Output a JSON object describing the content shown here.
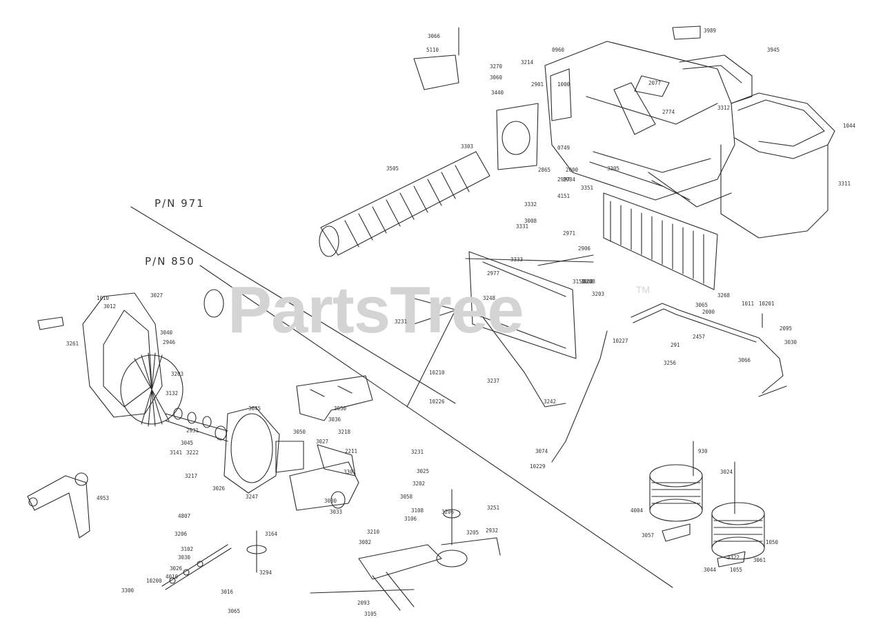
{
  "watermark": {
    "text": "PartsTree",
    "tm": "TM"
  },
  "sections": {
    "p971": "P/N 971",
    "p850": "P/N 850"
  },
  "parts": [
    "3989",
    "3945",
    "3066",
    "5110",
    "3270",
    "3060",
    "3440",
    "3214",
    "0960",
    "2901",
    "1000",
    "2077",
    "2774",
    "3303",
    "3505",
    "3312",
    "1044",
    "3311",
    "0749",
    "3305",
    "2865",
    "2984",
    "2000",
    "2997",
    "4151",
    "3351",
    "3332",
    "3008",
    "3331",
    "2971",
    "2906",
    "3333",
    "3208",
    "2977",
    "3150",
    "3008",
    "3248",
    "3203",
    "3231",
    "10227",
    "3237",
    "10210",
    "3242",
    "10226",
    "3074",
    "10229",
    "1011",
    "10201",
    "3268",
    "3065",
    "2000",
    "2095",
    "3030",
    "2457",
    "291",
    "3066",
    "3256",
    "930",
    "3024",
    "4004",
    "3044",
    "3057",
    "1050",
    "3061",
    "1055",
    "3322",
    "2211",
    "3027",
    "3301",
    "3231",
    "3025",
    "3202",
    "3058",
    "3030",
    "3033",
    "3108",
    "3210",
    "3082",
    "3106",
    "3251",
    "2932",
    "3206",
    "3205",
    "3203",
    "3132",
    "2931",
    "3045",
    "3141",
    "3222",
    "3217",
    "3026",
    "3247",
    "3045",
    "3050",
    "3036",
    "3050",
    "3218",
    "4953",
    "4807",
    "3206",
    "3164",
    "3294",
    "3102",
    "3030",
    "3026",
    "4010",
    "10200",
    "3300",
    "3016",
    "3065",
    "2093",
    "3105",
    "3040",
    "2946",
    "3027",
    "1010",
    "3012",
    "3261"
  ],
  "colors": {
    "ink": "#2b2b2b",
    "watermark": "#d4d4d4",
    "background": "#ffffff"
  }
}
